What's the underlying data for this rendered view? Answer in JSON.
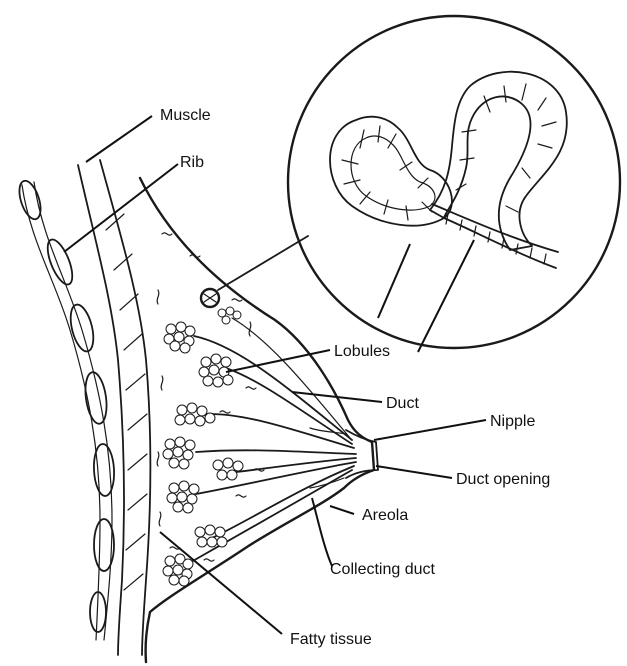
{
  "labels": {
    "muscle": "Muscle",
    "rib": "Rib",
    "lobules": "Lobules",
    "duct": "Duct",
    "nipple": "Nipple",
    "duct_opening": "Duct opening",
    "areola": "Areola",
    "collecting_duct": "Collecting duct",
    "fatty_tissue": "Fatty tissue"
  }
}
